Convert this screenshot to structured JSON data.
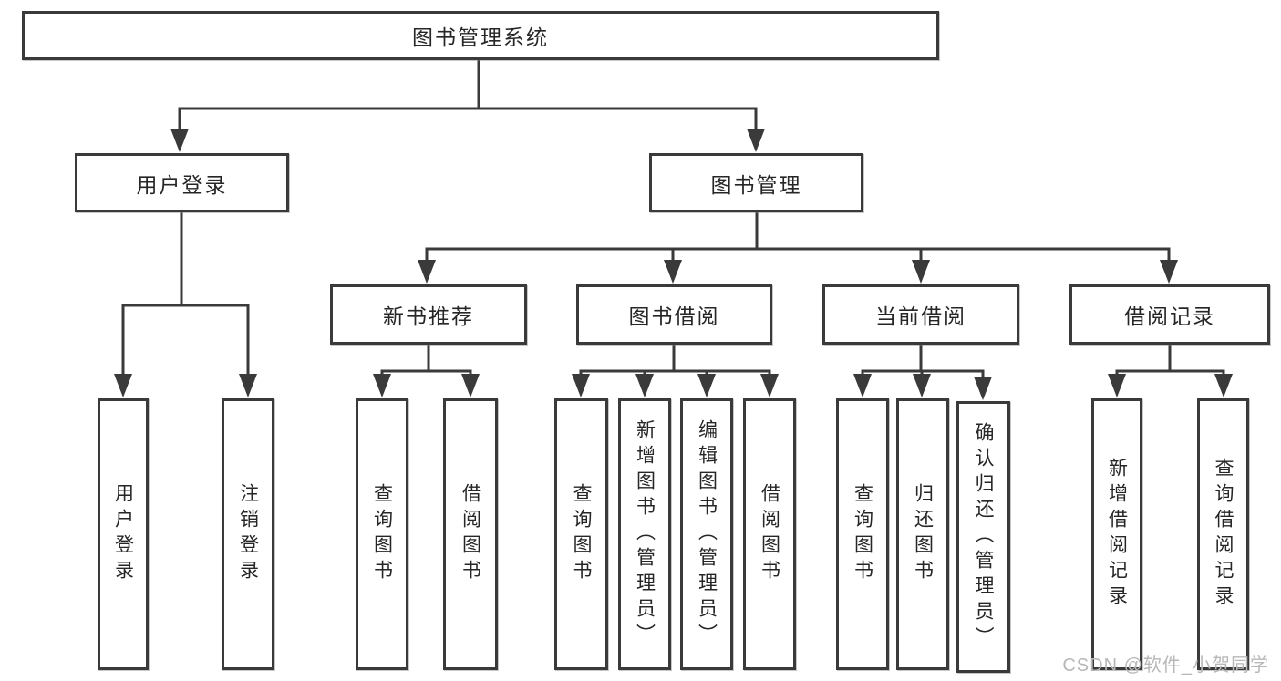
{
  "diagram": {
    "root": "图书管理系统",
    "branches": [
      {
        "label": "用户登录",
        "leaves": [
          "用户登录",
          "注销登录"
        ]
      },
      {
        "label": "图书管理",
        "sections": [
          {
            "label": "新书推荐",
            "leaves": [
              "查询图书",
              "借阅图书"
            ]
          },
          {
            "label": "图书借阅",
            "leaves": [
              "查询图书",
              "新增图书（管理员）",
              "编辑图书（管理员）",
              "借阅图书"
            ]
          },
          {
            "label": "当前借阅",
            "leaves": [
              "查询图书",
              "归还图书",
              "确认归还（管理员）"
            ]
          },
          {
            "label": "借阅记录",
            "leaves": [
              "新增借阅记录",
              "查询借阅记录"
            ]
          }
        ]
      }
    ],
    "watermark": "CSDN @软件_小贺同学",
    "colors": {
      "line": "#3a3a3a",
      "text": "#262626",
      "watermark": "#b8b8b8",
      "background": "#ffffff"
    }
  }
}
